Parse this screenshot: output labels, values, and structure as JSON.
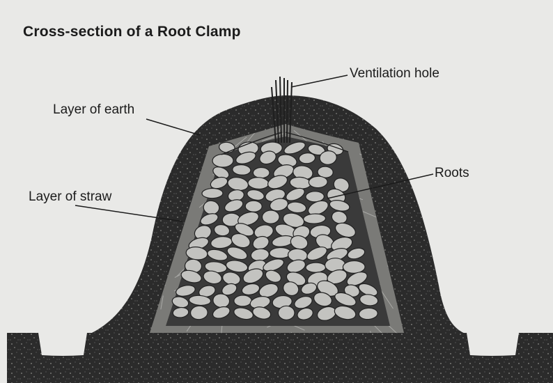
{
  "figure": {
    "title": "Cross-section of a Root Clamp",
    "labels": {
      "ventilation_hole": "Ventilation hole",
      "layer_of_earth": "Layer of earth",
      "roots": "Roots",
      "layer_of_straw": "Layer of straw"
    }
  },
  "colors": {
    "paper": "#e9e9e7",
    "earth": "#2b2b2b",
    "straw": "#7a7a77",
    "root_fill": "#c3c3c0",
    "root_gap": "#3a3a3a",
    "ink": "#1b1b1b"
  }
}
